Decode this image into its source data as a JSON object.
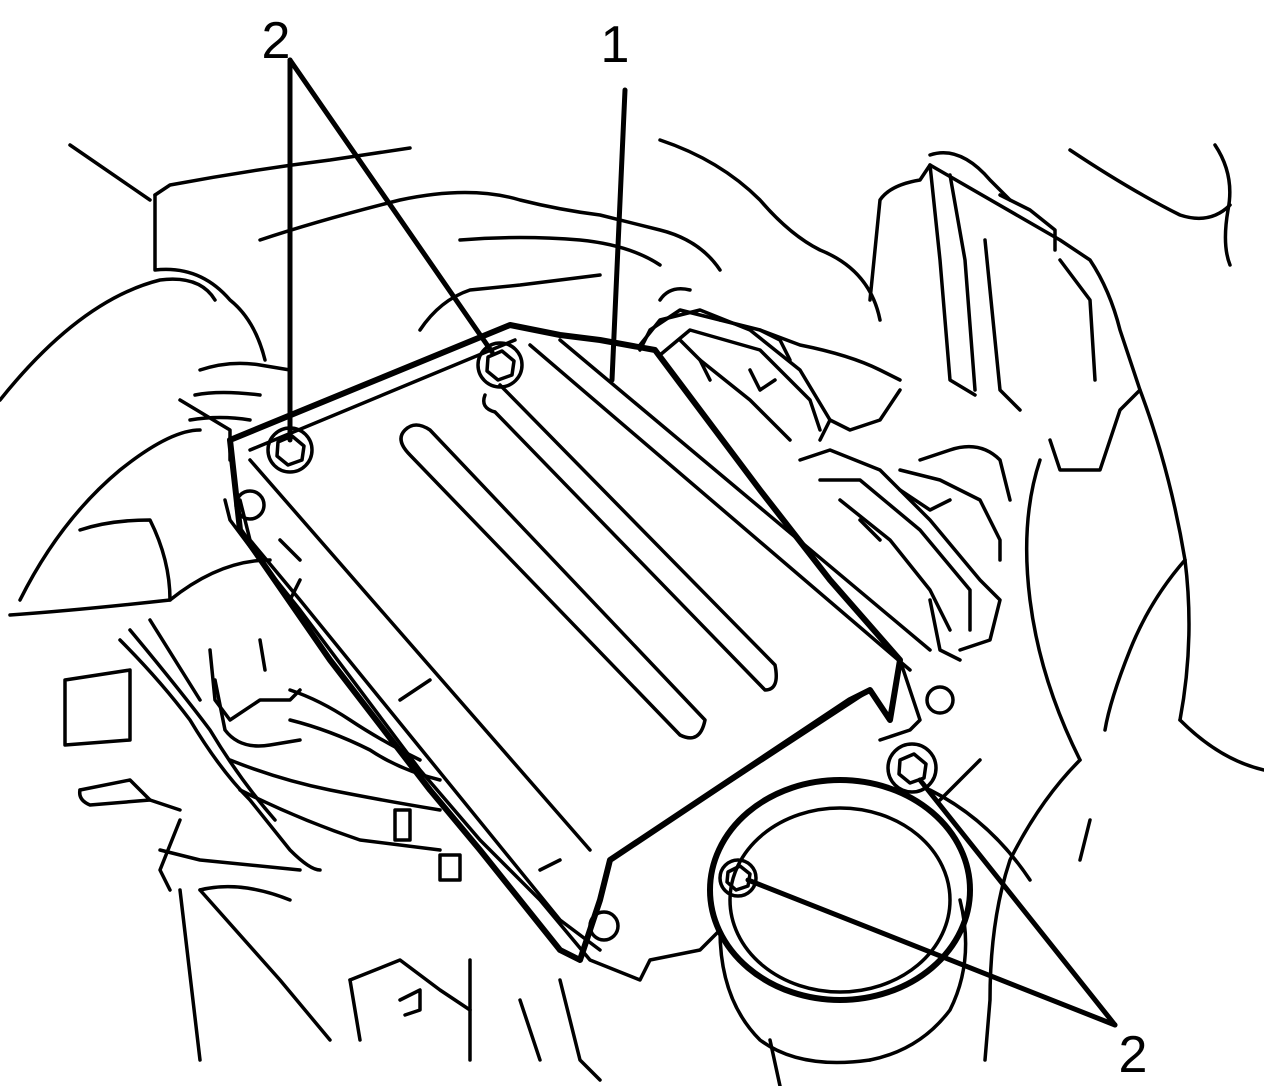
{
  "callouts": {
    "part_1": "1",
    "part_2_top": "2",
    "part_2_bottom": "2"
  },
  "colors": {
    "line": "#000000",
    "background": "#ffffff"
  }
}
